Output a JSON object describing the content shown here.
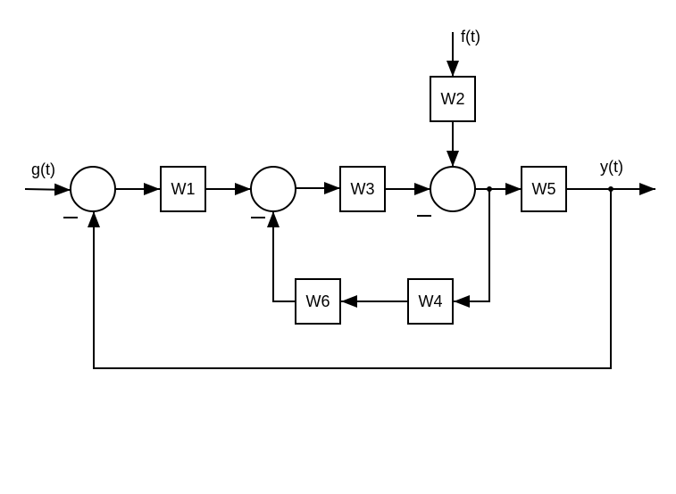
{
  "diagram": {
    "type": "block-diagram",
    "signals": {
      "input": "g(t)",
      "disturbance": "f(t)",
      "output": "y(t)"
    },
    "blocks": [
      {
        "id": "W1",
        "label": "W1"
      },
      {
        "id": "W2",
        "label": "W2"
      },
      {
        "id": "W3",
        "label": "W3"
      },
      {
        "id": "W4",
        "label": "W4"
      },
      {
        "id": "W5",
        "label": "W5"
      },
      {
        "id": "W6",
        "label": "W6"
      }
    ],
    "summing_junctions": [
      {
        "id": "S1",
        "inputs": [
          "g(t)",
          "y(t) (negative)"
        ]
      },
      {
        "id": "S2",
        "inputs": [
          "W1",
          "W6 (negative)"
        ]
      },
      {
        "id": "S3",
        "inputs": [
          "W3 (negative)",
          "W2"
        ]
      }
    ],
    "negative_sign": "−",
    "connections": [
      "g(t) -> S1",
      "S1 -> W1",
      "W1 -> S2",
      "S2 -> W3",
      "W3 -> S3",
      "f(t) -> W2",
      "W2 -> S3",
      "S3 -> W5",
      "W5 -> y(t)",
      "S3 output -> W4",
      "W4 -> W6",
      "W6 -> S2",
      "y(t) -> S1"
    ]
  }
}
